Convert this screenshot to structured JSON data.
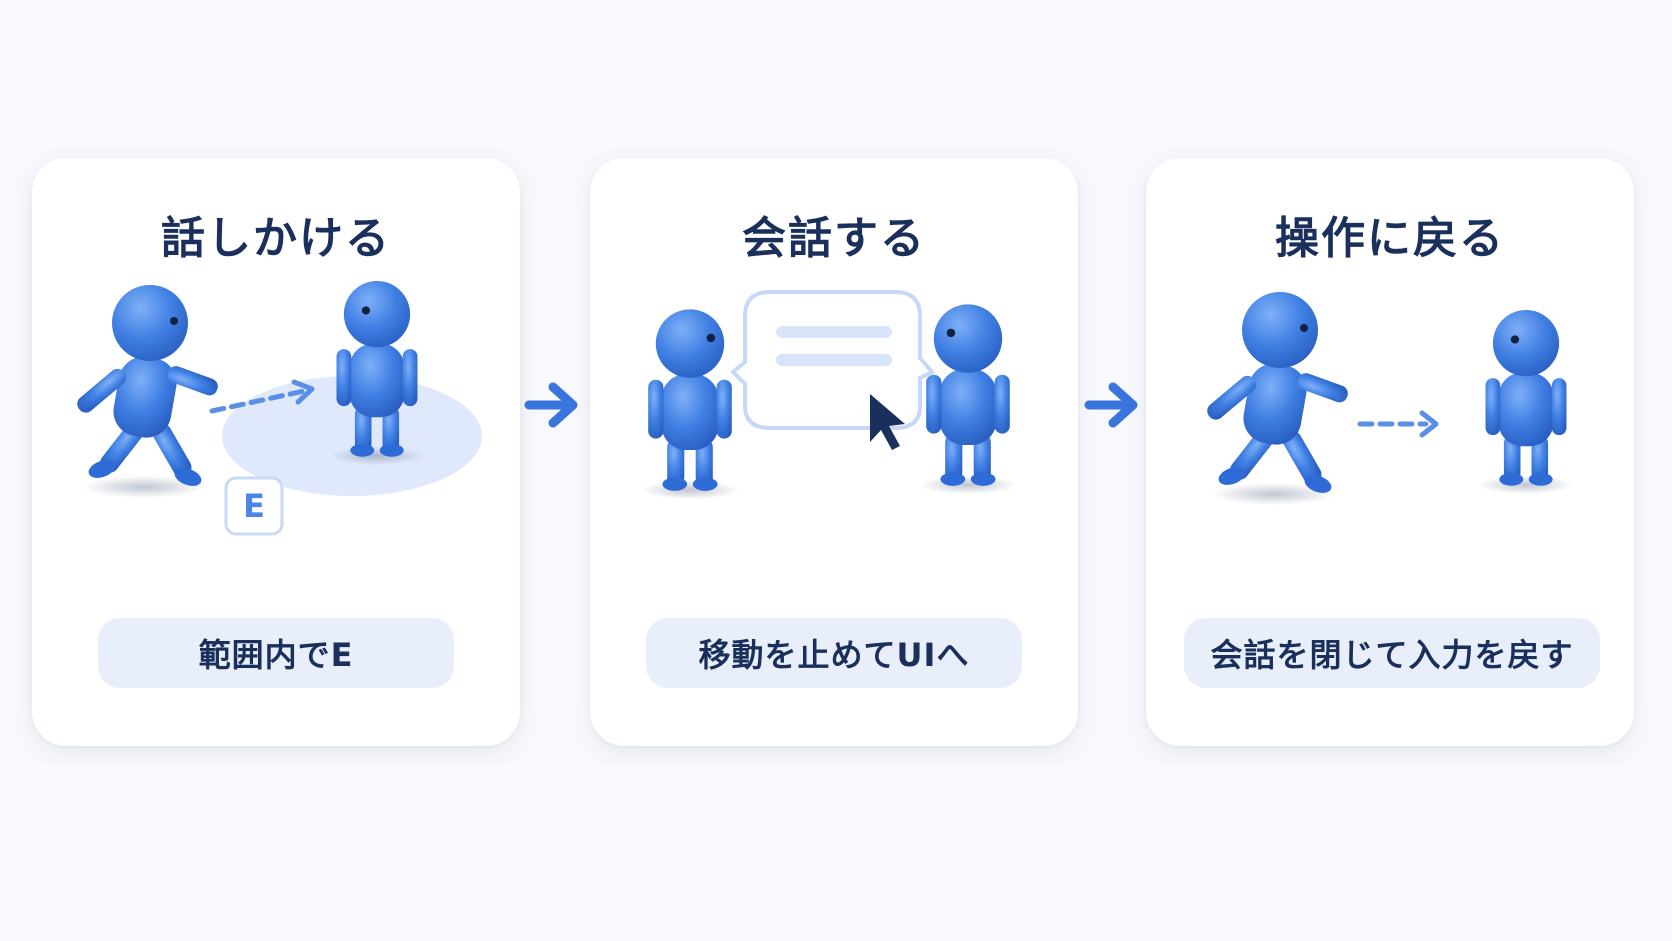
{
  "steps": [
    {
      "title": "話しかける",
      "caption": "範囲内でE",
      "key_label": "E"
    },
    {
      "title": "会話する",
      "caption": "移動を止めてUIへ"
    },
    {
      "title": "操作に戻る",
      "caption": "会話を閉じて入力を戻す"
    }
  ],
  "colors": {
    "figure": "#3f7fe3",
    "figure_dark": "#2a63c7",
    "accent_dashed": "#5a8fe8",
    "title_text": "#1a2f5c",
    "pill_bg": "#e8effb",
    "zone": "#dfe9fb"
  },
  "icons": [
    "arrow-right-icon",
    "cursor-arrow-icon",
    "speech-bubble-icon",
    "e-key-icon"
  ]
}
